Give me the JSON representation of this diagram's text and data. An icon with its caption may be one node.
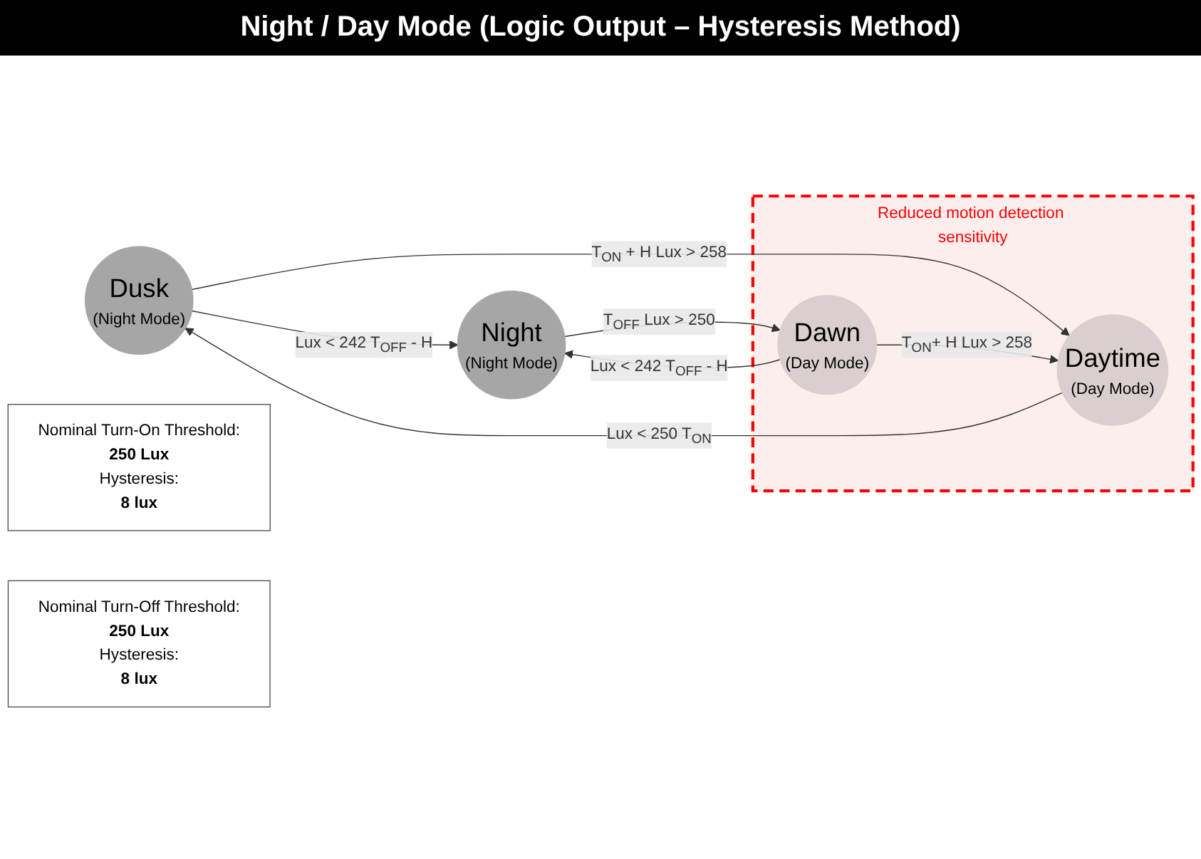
{
  "diagram": {
    "title": "Night / Day Mode (Logic Output – Hysteresis Method)",
    "nodes": [
      {
        "text": [
          "Dusk",
          "(Night Mode)"
        ]
      },
      {
        "text": [
          "Reduced motion detection sensitivity"
        ]
      },
      {
        "text": [
          "Daytime",
          "(Day Mode)"
        ],
        "in": 1
      },
      {
        "text": [
          "Night",
          "(Night Mode)"
        ]
      },
      {
        "text": [
          "Dawn",
          "(Day Mode)"
        ],
        "in": 1
      },
      {
        "text": [
          "Nominal Turn-On Threshold:",
          "250 Lux",
          "Hysteresis:",
          "8 lux"
        ]
      },
      {
        "text": [
          "Nominal Turn-Off Threshold:",
          "250 Lux",
          "Hysteresis:",
          "8 lux"
        ]
      }
    ],
    "edges": [
      {
        "from": 2,
        "to": 0,
        "arrow": "to",
        "label": "Lux < 250 T$_{ON}$"
      },
      {
        "from": 0,
        "to": 3,
        "arrow": "to",
        "label": "Lux < 242 T$_{OFF}$ - H"
      },
      {
        "from": 0,
        "to": 2,
        "arrow": "to",
        "label": "T$_{ON}$ + H Lux > 258"
      },
      {
        "from": 4,
        "to": 3,
        "arrow": "to",
        "label": "Lux < 242 T$_{OFF}$ - H"
      },
      {
        "from": 3,
        "to": 4,
        "arrow": "to",
        "label": "T$_{OFF}$ Lux > 250"
      },
      {
        "from": 4,
        "to": 2,
        "arrow": "to",
        "label": "T$_{ON}$+ H Lux > 258"
      }
    ]
  }
}
